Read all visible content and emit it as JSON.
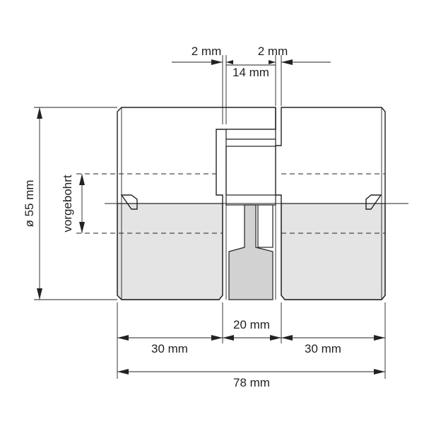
{
  "diagram": {
    "colors": {
      "line": "#222222",
      "section_fill": "#e4e4e4",
      "spider_fill": "#d2d2d2",
      "background": "#ffffff"
    },
    "labels": {
      "gap_left": "2 mm",
      "gap_right": "2 mm",
      "jaw_length": "14 mm",
      "diameter": "ø 55 mm",
      "bore": "vorgebohrt",
      "spider_length": "20 mm",
      "hub_left": "30 mm",
      "hub_right": "30 mm",
      "total_length": "78 mm"
    }
  }
}
